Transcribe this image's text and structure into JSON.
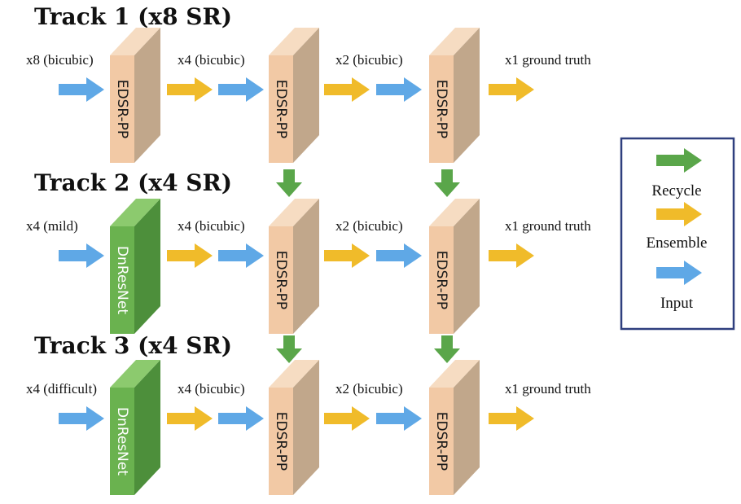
{
  "colors": {
    "recycle": "#5aa64a",
    "ensemble": "#f0bb2a",
    "input": "#5fa8e6",
    "edsr_front": "#f2c9a5",
    "edsr_top": "#f6dcc2",
    "edsr_side": "#c1a78b",
    "dn_front": "#6ab24f",
    "dn_top": "#8cca6e",
    "dn_side": "#4d8f3b",
    "legend_border": "#2f3f7e"
  },
  "tracks": [
    {
      "title": "Track 1 (x8 SR)",
      "input_label": "x8 (bicubic)",
      "first_block": "EDSR-PP",
      "first_block_type": "edsr",
      "stage_labels": [
        "x4 (bicubic)",
        "x2 (bicubic)",
        "x1 ground truth"
      ],
      "blocks": [
        "EDSR-PP",
        "EDSR-PP"
      ]
    },
    {
      "title": "Track 2 (x4 SR)",
      "input_label": "x4 (mild)",
      "first_block": "DnResNet",
      "first_block_type": "dn",
      "stage_labels": [
        "x4 (bicubic)",
        "x2 (bicubic)",
        "x1 ground truth"
      ],
      "blocks": [
        "EDSR-PP",
        "EDSR-PP"
      ]
    },
    {
      "title": "Track 3 (x4 SR)",
      "input_label": "x4 (difficult)",
      "first_block": "DnResNet",
      "first_block_type": "dn",
      "stage_labels": [
        "x4 (bicubic)",
        "x2 (bicubic)",
        "x1 ground truth"
      ],
      "blocks": [
        "EDSR-PP",
        "EDSR-PP"
      ]
    }
  ],
  "legend": {
    "items": [
      {
        "label": "Recycle",
        "color": "recycle"
      },
      {
        "label": "Ensemble",
        "color": "ensemble"
      },
      {
        "label": "Input",
        "color": "input"
      }
    ]
  }
}
